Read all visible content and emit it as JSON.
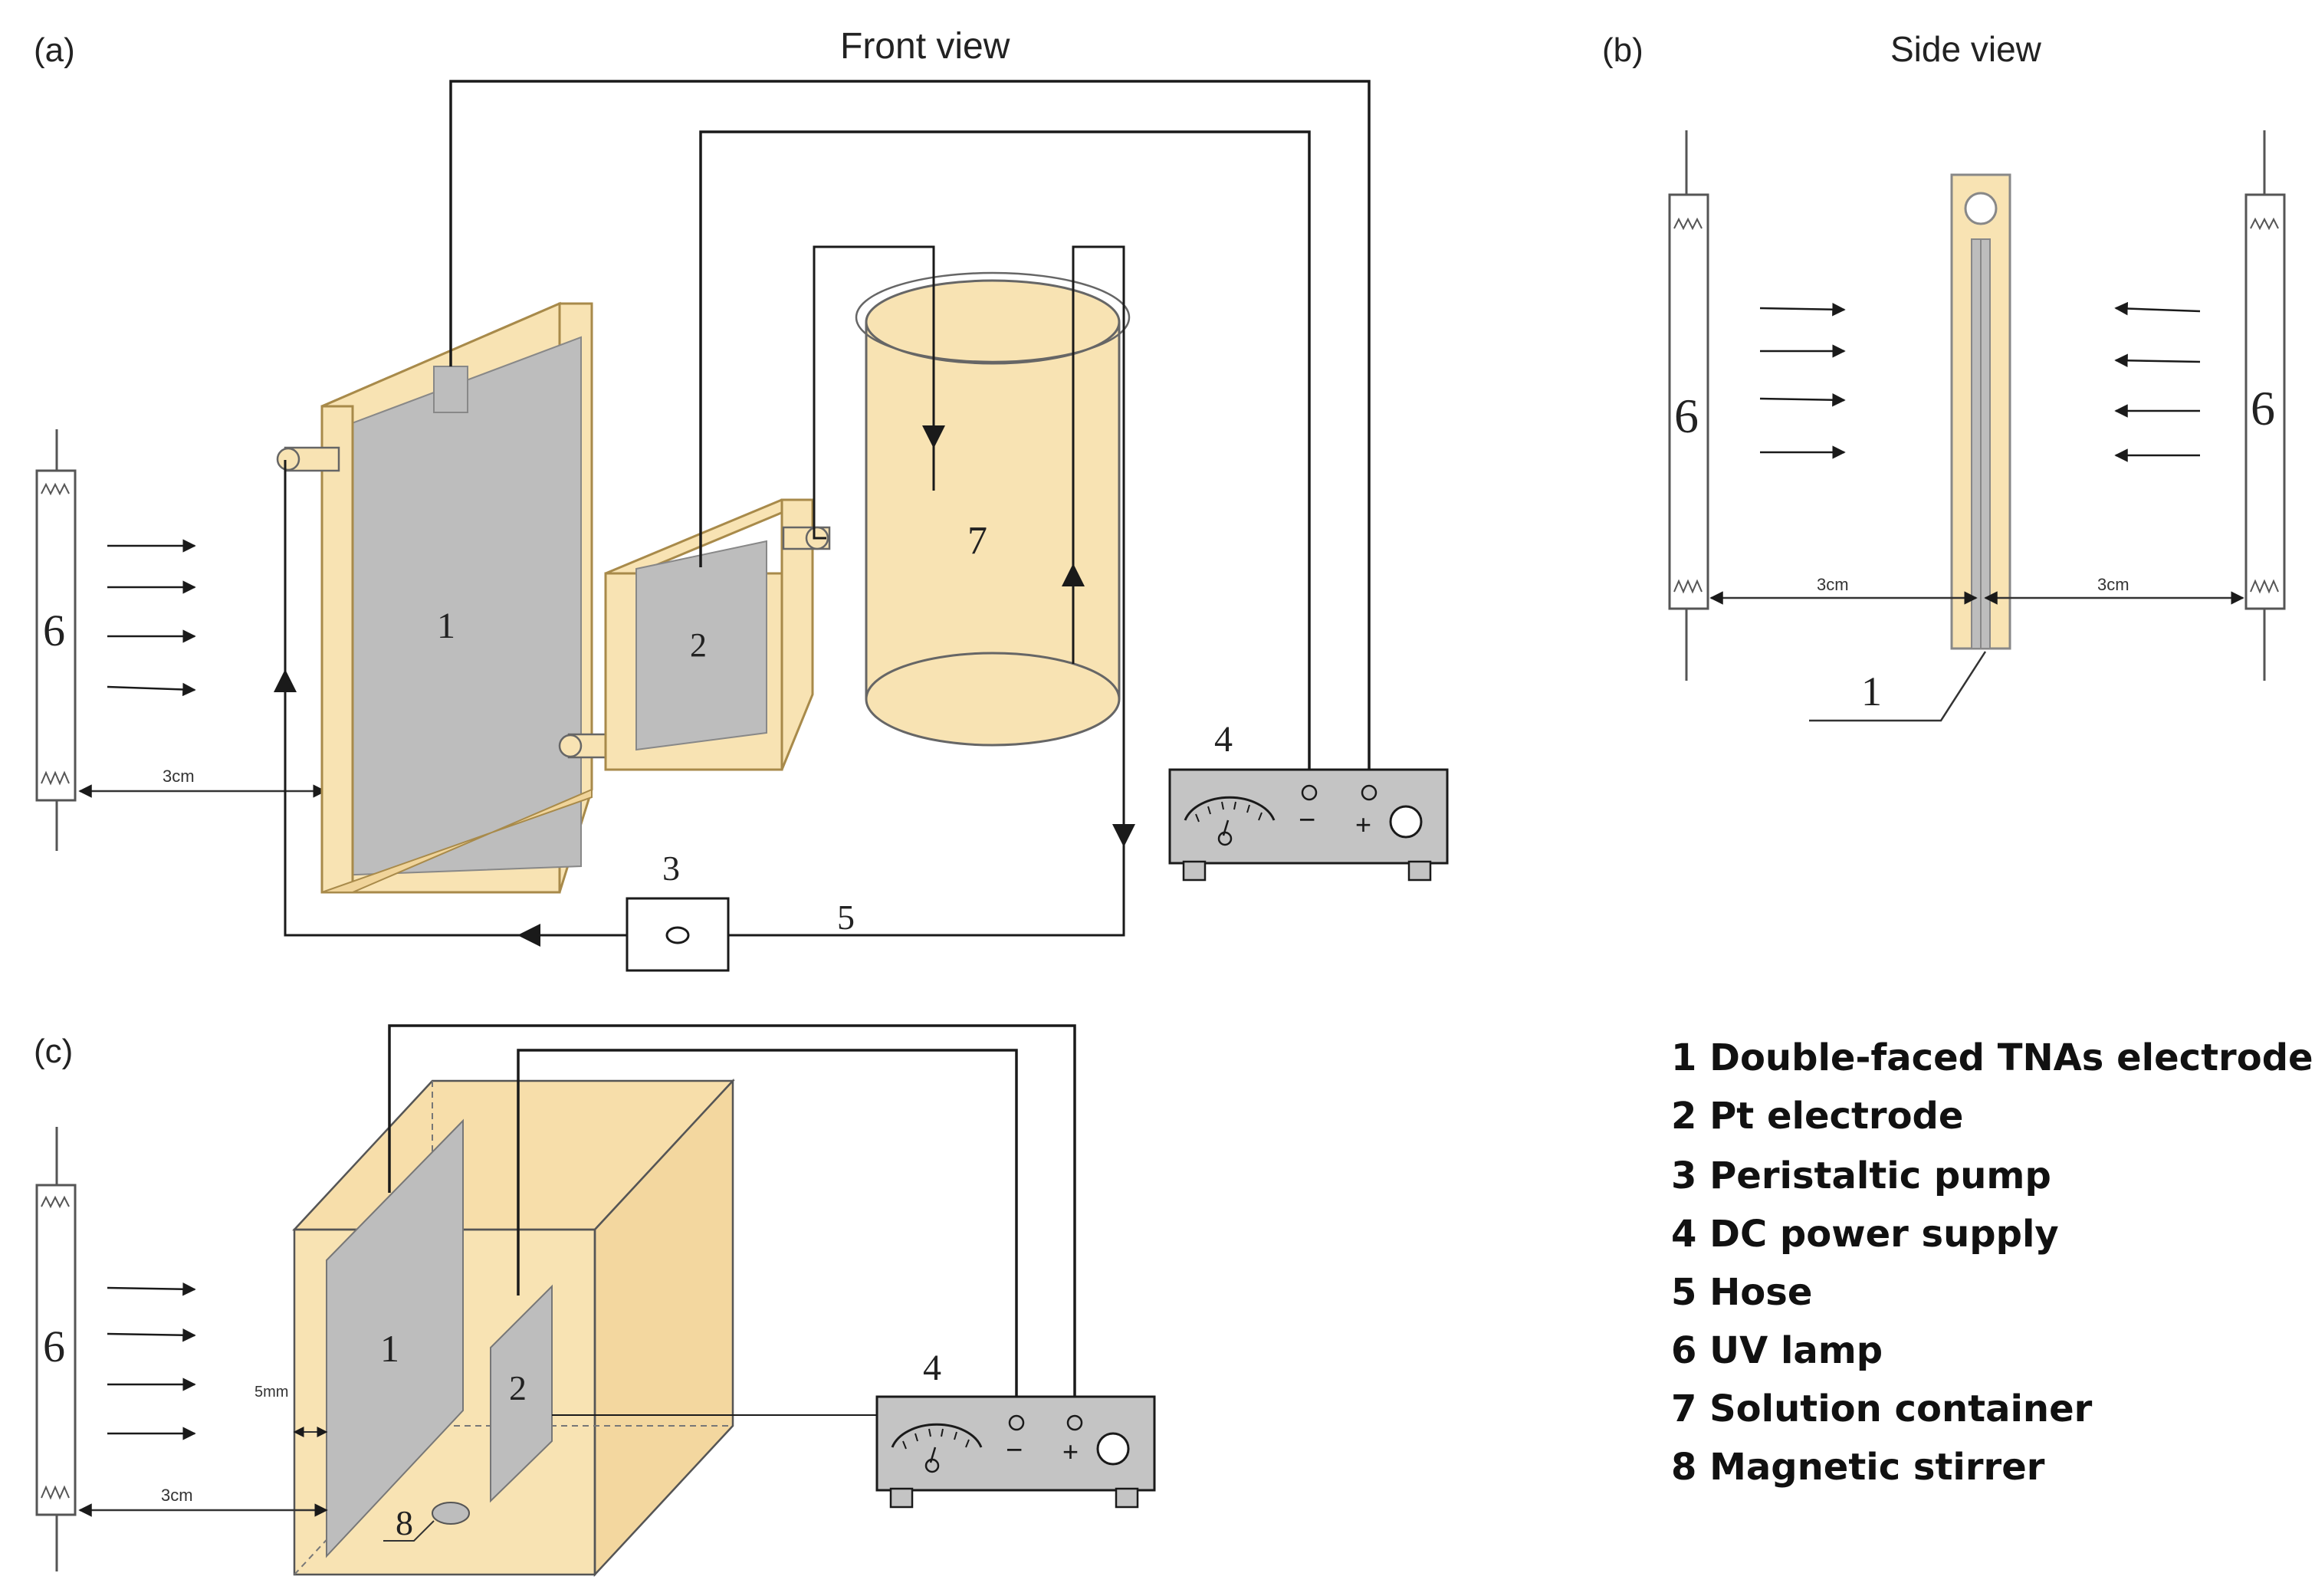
{
  "colors": {
    "fill": "#f8e3b3",
    "fill_stroke": "#c8a458",
    "gray": "#b9b9b9",
    "box_gray": "#c4c4c4",
    "line": "#1a1a1a"
  },
  "panels": {
    "a": {
      "letter": "(a)",
      "title": "Front view"
    },
    "b": {
      "letter": "(b)",
      "title": "Side view"
    },
    "c": {
      "letter": "(c)"
    }
  },
  "labels": {
    "electrode_tnas": "1",
    "electrode_pt": "2",
    "pump": "3",
    "power_supply": "4",
    "hose": "5",
    "uv_lamp": "6",
    "container": "7",
    "stirrer": "8"
  },
  "dimensions": {
    "lamp_distance": "3cm",
    "gap": "5mm"
  },
  "power_signs": {
    "minus": "−",
    "plus": "+"
  },
  "legend": [
    "1 Double-faced TNAs electrode",
    "2 Pt electrode",
    "3 Peristaltic pump",
    "4 DC power supply",
    "5 Hose",
    "6 UV lamp",
    "7 Solution container",
    "8 Magnetic stirrer"
  ],
  "icons": {
    "arrows": "light-ray-arrow-icon",
    "lamp": "uv-lamp-icon",
    "meter": "dial-meter-icon"
  }
}
